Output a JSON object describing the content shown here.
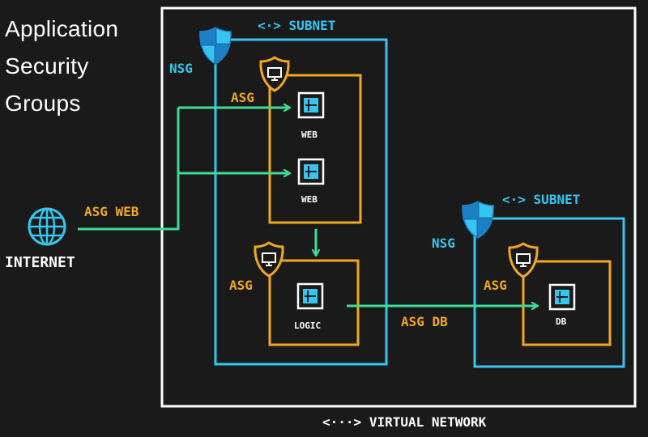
{
  "title_lines": [
    "Application",
    "Security",
    "Groups"
  ],
  "labels": {
    "subnet_1": "SUBNET",
    "subnet_2": "SUBNET",
    "nsg_1": "NSG",
    "nsg_2": "NSG",
    "asg_web_group": "ASG",
    "asg_logic_group": "ASG",
    "asg_db_group": "ASG",
    "vm_web_1": "WEB",
    "vm_web_2": "WEB",
    "vm_logic": "LOGIC",
    "vm_db": "DB",
    "internet": "INTERNET",
    "flow_asg_web": "ASG WEB",
    "flow_asg_db": "ASG DB",
    "virtual_network": "VIRTUAL NETWORK",
    "subnet_glyph": "<·>",
    "vnet_glyph": "<···>"
  },
  "colors": {
    "background": "#1a1a1a",
    "vnet_border": "#ffffff",
    "subnet_border": "#35c6ef",
    "asg_border": "#f2a81d",
    "flow_arrow": "#3ddc97",
    "text_white": "#ffffff"
  },
  "icons": [
    "nsg-shield-icon",
    "asg-badge-icon",
    "vm-icon",
    "internet-globe-icon"
  ]
}
